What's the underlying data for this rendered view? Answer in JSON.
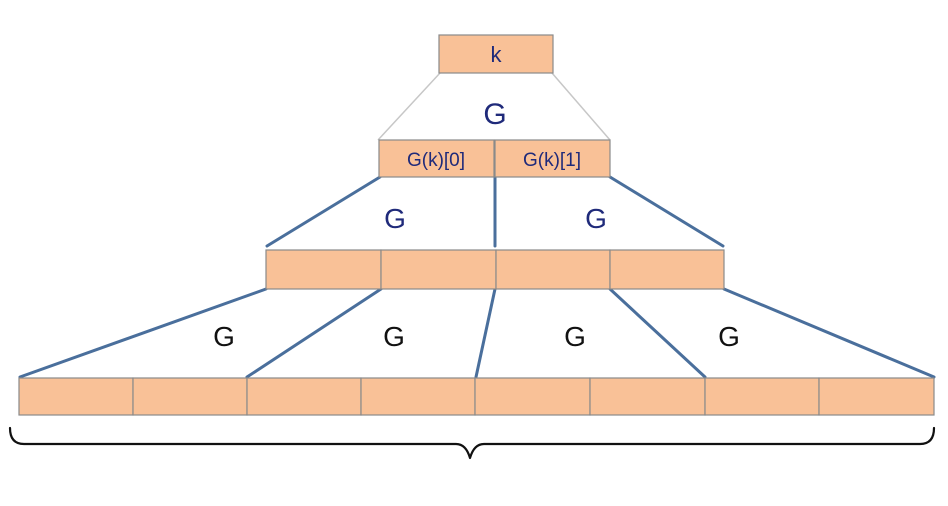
{
  "root": {
    "label": "k"
  },
  "level1": {
    "operator": "G",
    "cells": [
      "G(k)[0]",
      "G(k)[1]"
    ]
  },
  "level2": {
    "operators": [
      "G",
      "G"
    ],
    "cell_count": 4
  },
  "level3": {
    "operators": [
      "G",
      "G",
      "G",
      "G"
    ],
    "cell_count": 8
  },
  "colors": {
    "cell_fill": "#f9c197",
    "cell_border": "#8a8a8a",
    "connector_gray": "#c7c7c7",
    "connector_blue": "#4a6f9c",
    "label_navy": "#1f2a7a",
    "label_black": "#111111"
  }
}
